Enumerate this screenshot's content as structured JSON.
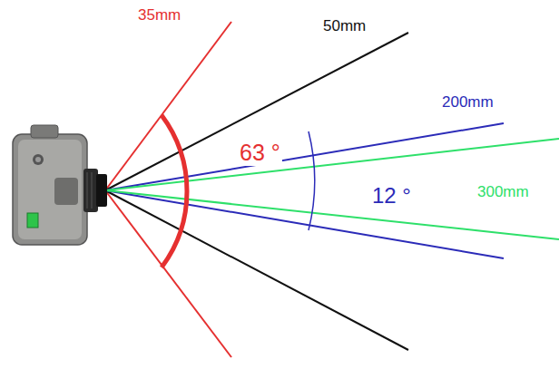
{
  "diagram": {
    "labels": [
      "35mm",
      "50mm",
      "200mm",
      "63 °",
      "12 °",
      "300mm"
    ]
  }
}
